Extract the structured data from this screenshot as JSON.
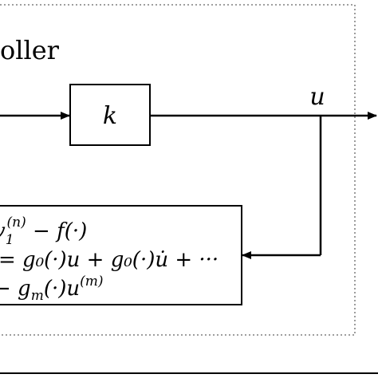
{
  "title_fragment": "oller",
  "gain_block": {
    "label": "k"
  },
  "output_signal": {
    "label": "u"
  },
  "equation_block": {
    "line1": {
      "text_1_main": "v",
      "text_1_sub": "1",
      "text_1_sup": "(n)",
      "text_1_rest": " − f(·)"
    },
    "line2": "= g₀(·)u + g₀(·)u̇ + ···",
    "line3_main": "− g",
    "line3_sub": "m",
    "line3_rest": "(·)u",
    "line3_sup": "(m)"
  }
}
